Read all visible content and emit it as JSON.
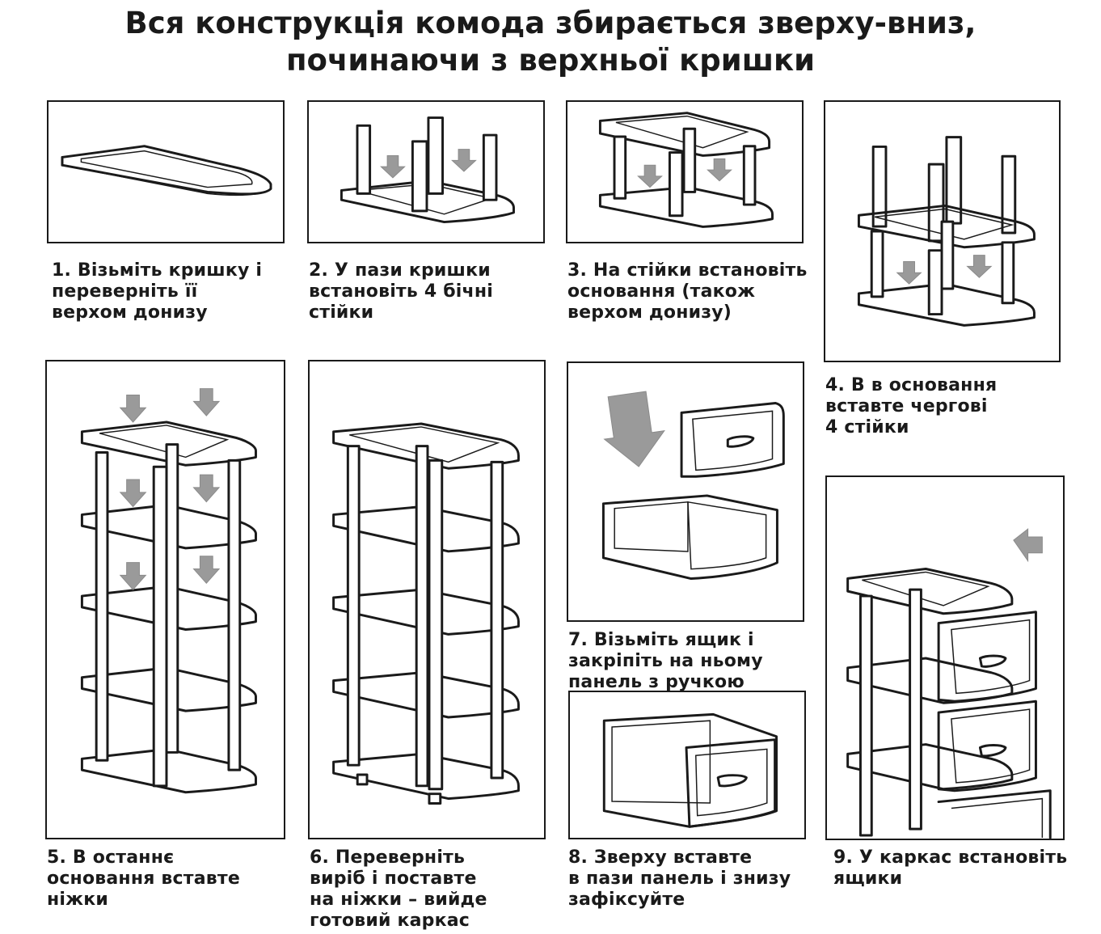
{
  "title": {
    "line1": "Вся конструкція комода збирається зверху-вниз,",
    "line2": "починаючи з верхньої кришки"
  },
  "steps": [
    {
      "lines": [
        "1. Візьміть кришку і",
        "переверніть її",
        "верхом донизу"
      ]
    },
    {
      "lines": [
        "2. У пази кришки",
        "встановіть 4 бічні",
        "стійки"
      ]
    },
    {
      "lines": [
        "3. На стійки встановіть",
        "основання (також",
        "верхом донизу)"
      ]
    },
    {
      "lines": [
        "4. В в основання",
        "вставте чергові",
        "4 стійки"
      ]
    },
    {
      "lines": [
        "5. В останнє",
        "основання вставте",
        "ніжки"
      ]
    },
    {
      "lines": [
        "6. Переверніть",
        "виріб і поставте",
        "на ніжки – вийде",
        "готовий каркас"
      ]
    },
    {
      "lines": [
        "7. Візьміть ящик і",
        "закріпіть на ньому",
        "панель з ручкою"
      ]
    },
    {
      "lines": [
        "8. Зверху вставте",
        "в пази панель і знизу",
        "зафіксуйте"
      ]
    },
    {
      "lines": [
        "9. У каркас встановіть",
        "ящики"
      ]
    }
  ],
  "colors": {
    "line": "#1a1a1a",
    "arrow": "#9a9a9a",
    "background": "#ffffff"
  },
  "icons": [
    "down-arrow-icon",
    "left-arrow-icon",
    "drawer-handle-icon"
  ]
}
